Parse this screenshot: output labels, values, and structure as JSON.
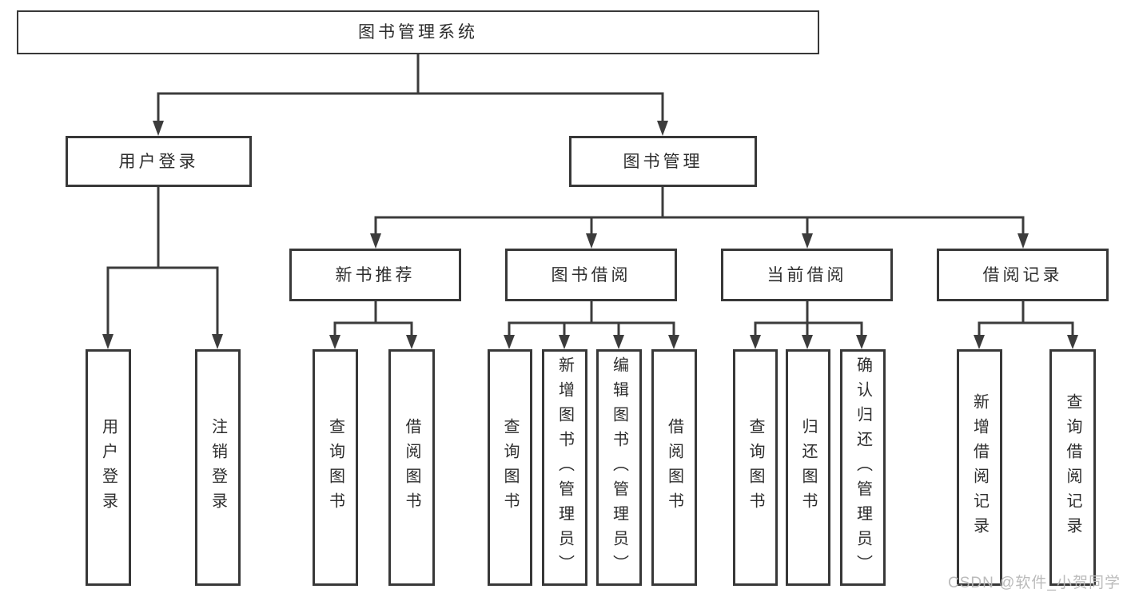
{
  "diagram": {
    "root": {
      "label": "图书管理系统"
    },
    "level2": [
      {
        "id": "user-login",
        "label": "用户登录"
      },
      {
        "id": "book-mgmt",
        "label": "图书管理"
      }
    ],
    "level3": [
      {
        "id": "new-book-recommend",
        "label": "新书推荐",
        "parent": "book-mgmt"
      },
      {
        "id": "book-borrowing",
        "label": "图书借阅",
        "parent": "book-mgmt"
      },
      {
        "id": "current-borrowing",
        "label": "当前借阅",
        "parent": "book-mgmt"
      },
      {
        "id": "borrowing-records",
        "label": "借阅记录",
        "parent": "book-mgmt"
      }
    ],
    "leaves": [
      {
        "id": "user-login-action",
        "label": "用户登录",
        "parent": "user-login"
      },
      {
        "id": "logout-action",
        "label": "注销登录",
        "parent": "user-login"
      },
      {
        "id": "query-books-1",
        "label": "查询图书",
        "parent": "new-book-recommend"
      },
      {
        "id": "borrow-books-1",
        "label": "借阅图书",
        "parent": "new-book-recommend"
      },
      {
        "id": "query-books-2",
        "label": "查询图书",
        "parent": "book-borrowing"
      },
      {
        "id": "add-books-admin",
        "label": "新增图书（管理员）",
        "parent": "book-borrowing"
      },
      {
        "id": "edit-books-admin",
        "label": "编辑图书（管理员）",
        "parent": "book-borrowing"
      },
      {
        "id": "borrow-books-2",
        "label": "借阅图书",
        "parent": "book-borrowing"
      },
      {
        "id": "query-books-3",
        "label": "查询图书",
        "parent": "current-borrowing"
      },
      {
        "id": "return-books",
        "label": "归还图书",
        "parent": "current-borrowing"
      },
      {
        "id": "confirm-return-admin",
        "label": "确认归还（管理员）",
        "parent": "current-borrowing"
      },
      {
        "id": "add-borrow-record",
        "label": "新增借阅记录",
        "parent": "borrowing-records"
      },
      {
        "id": "query-borrow-record",
        "label": "查询借阅记录",
        "parent": "borrowing-records"
      }
    ]
  },
  "watermark": {
    "text": "CSDN @软件_小贺同学"
  },
  "colors": {
    "line": "#3c3c3c",
    "border": "#383838",
    "text": "#2d2d2d",
    "watermark": "#b8b8b8",
    "background": "#ffffff"
  }
}
